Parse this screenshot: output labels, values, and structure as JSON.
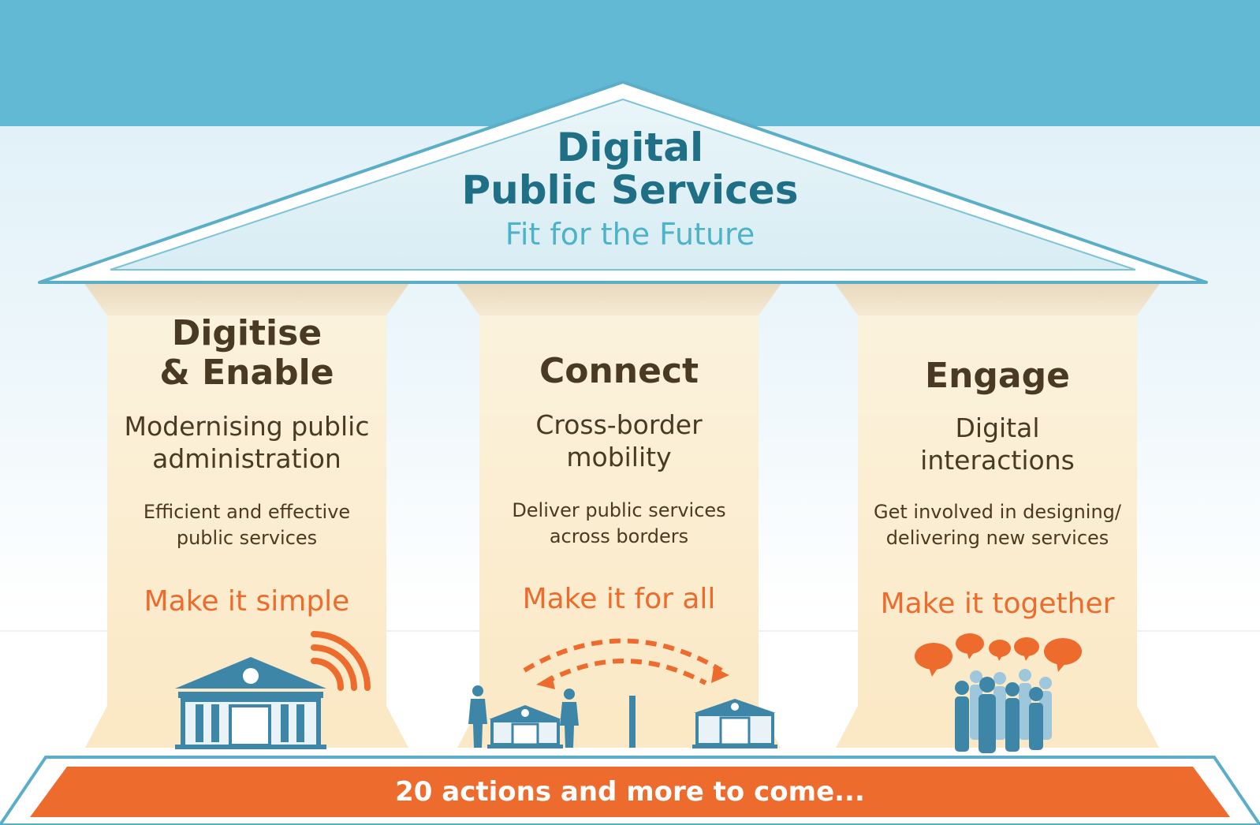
{
  "roof": {
    "title_line1": "Digital",
    "title_line2": "Public Services",
    "subtitle": "Fit for the Future"
  },
  "pillars": [
    {
      "title_lines": [
        "Digitise",
        "& Enable"
      ],
      "subtitle_lines": [
        "Modernising public",
        "administration"
      ],
      "description_lines": [
        "Efficient and effective",
        "public services"
      ],
      "slogan": "Make it simple",
      "icon": "public-building-wifi-icon"
    },
    {
      "title_lines": [
        "Connect"
      ],
      "subtitle_lines": [
        "Cross-border",
        "mobility"
      ],
      "description_lines": [
        "Deliver public services",
        "across borders"
      ],
      "slogan": "Make it for all",
      "icon": "cross-border-buildings-icon"
    },
    {
      "title_lines": [
        "Engage"
      ],
      "subtitle_lines": [
        "Digital",
        "interactions"
      ],
      "description_lines": [
        "Get involved in designing/",
        "delivering new services"
      ],
      "slogan": "Make it together",
      "icon": "people-speech-bubbles-icon"
    }
  ],
  "base": {
    "label": "20 actions and more to come..."
  },
  "colors": {
    "sky_band": "#62b9d3",
    "roof_text": "#1f6f86",
    "roof_subtitle": "#4db3c9",
    "pillar_text": "#4b3a23",
    "slogan": "#ec6b2d",
    "base_fill": "#ec6b2d",
    "icon_blue": "#3d86a8"
  }
}
